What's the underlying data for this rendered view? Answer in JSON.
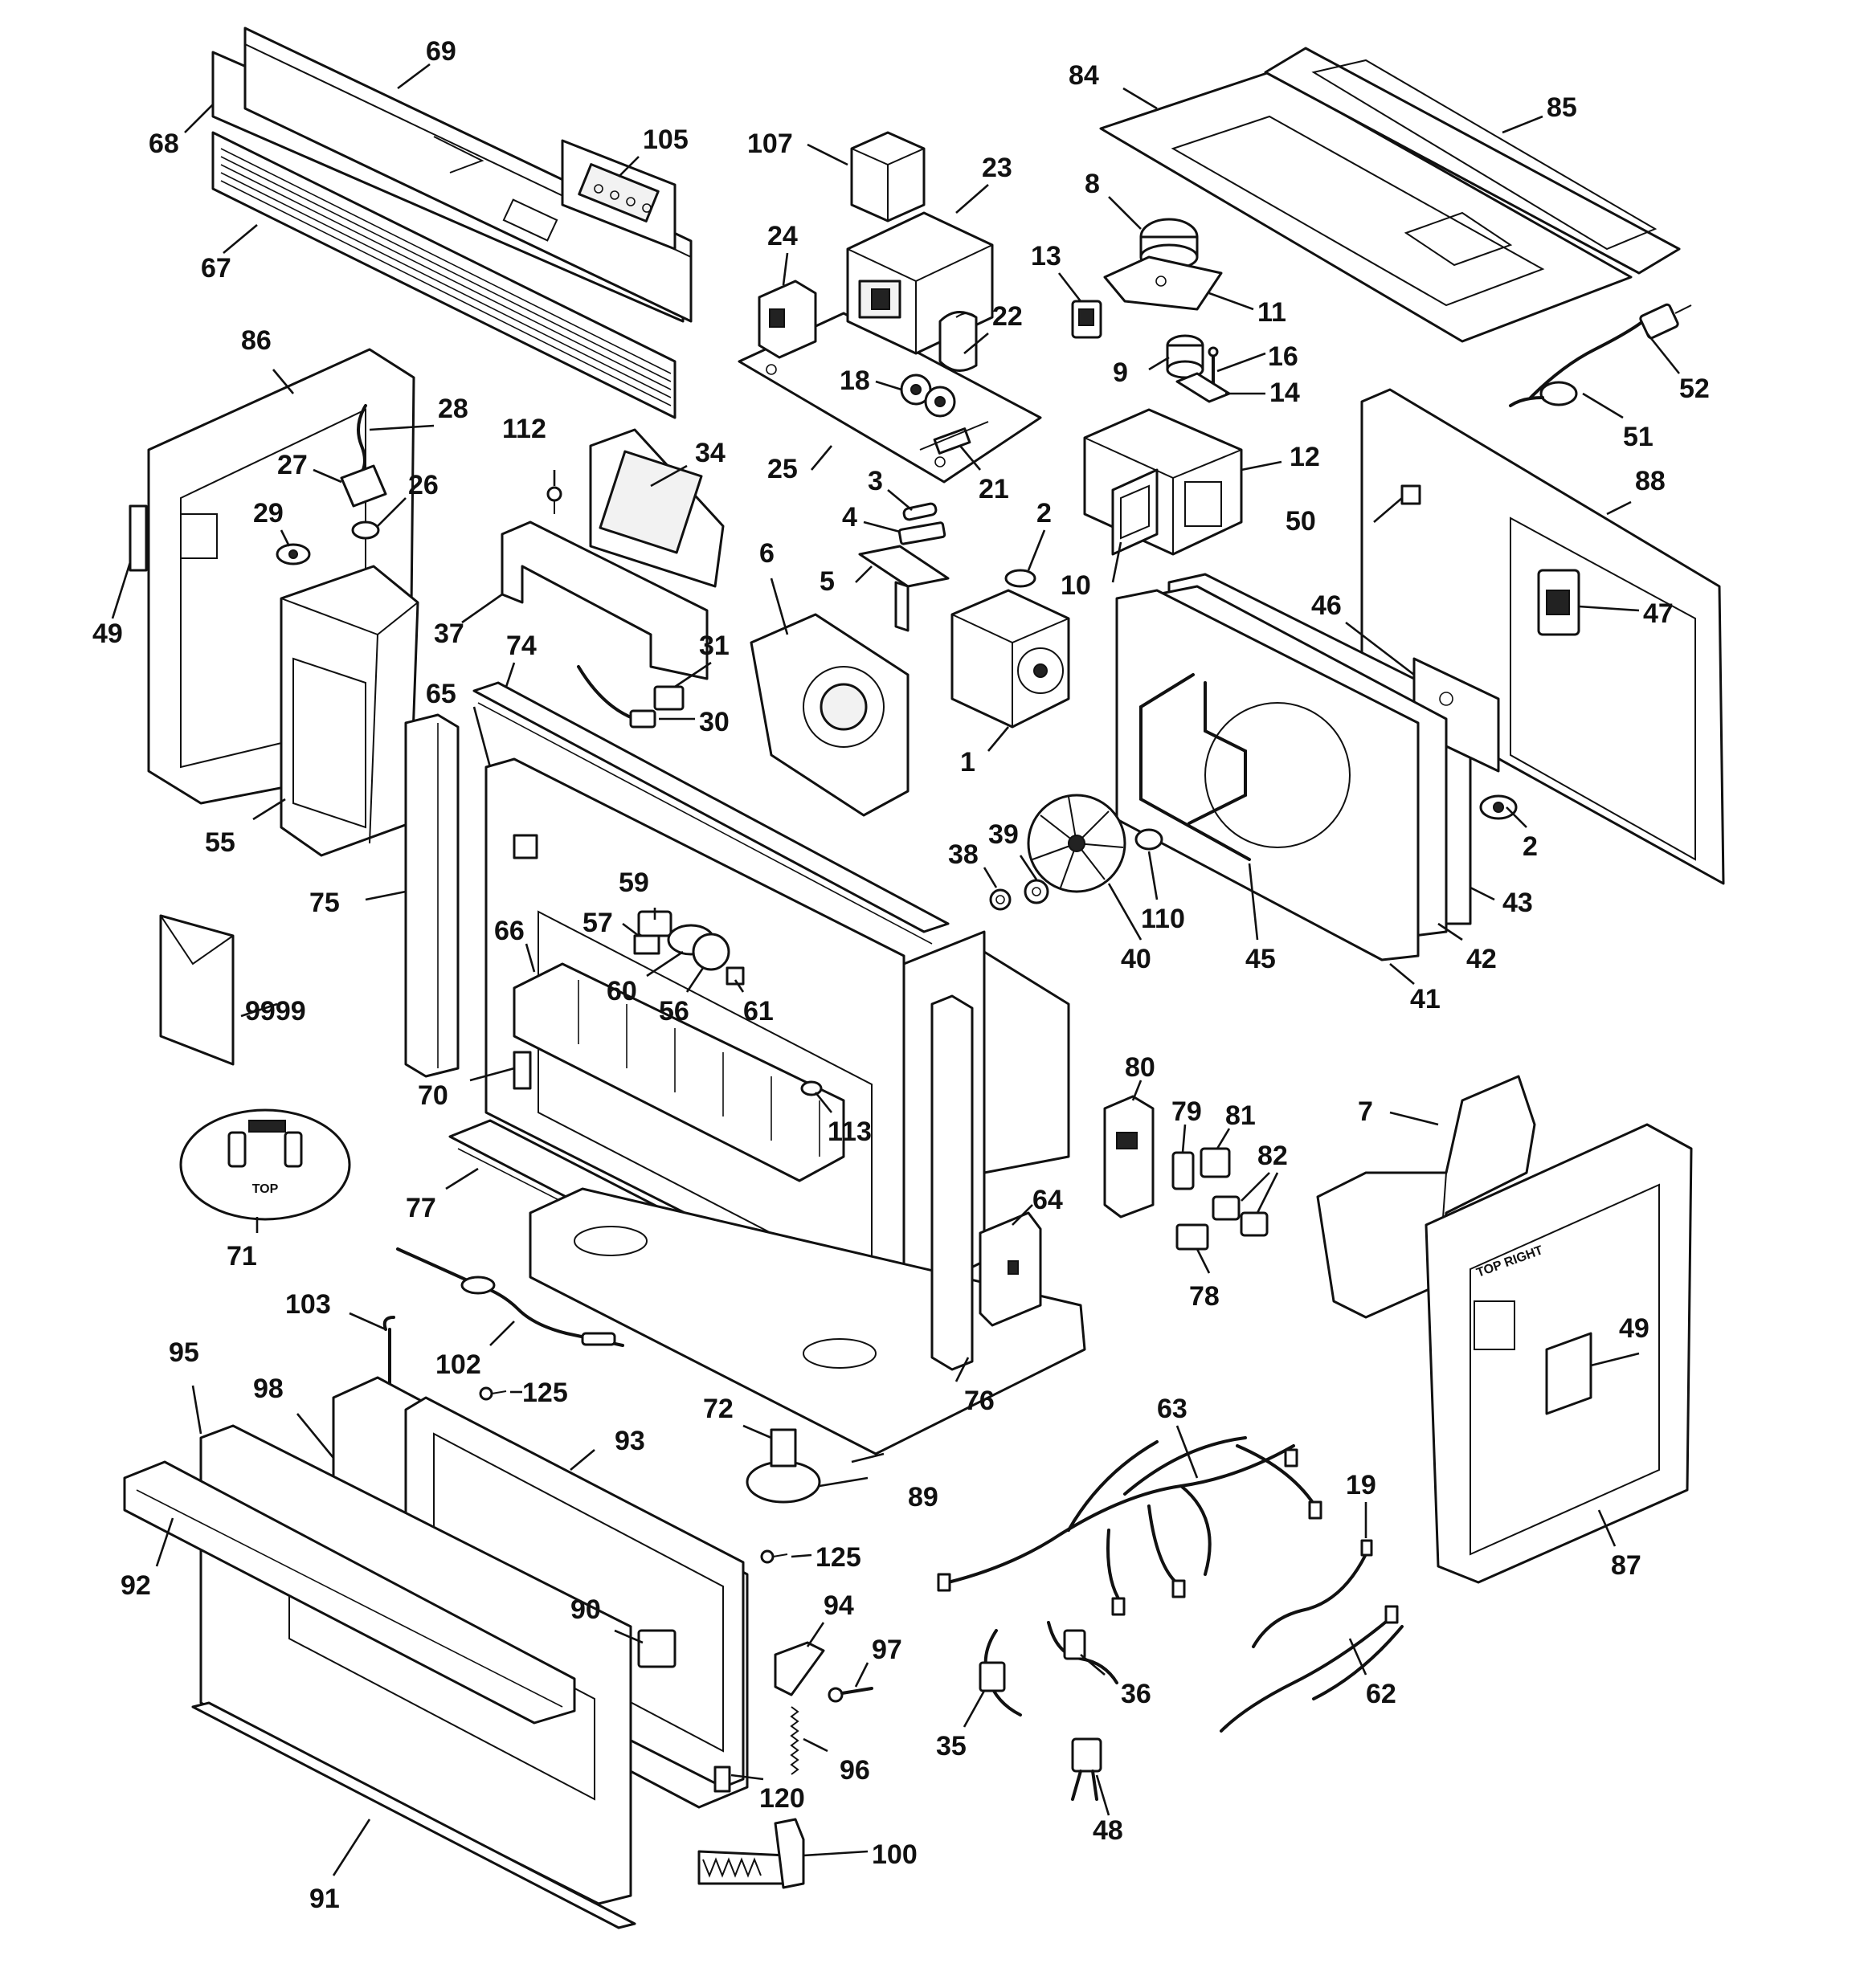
{
  "imprints": {
    "rack_top": "TOP",
    "panel_top_right": "TOP RIGHT"
  },
  "callouts": [
    {
      "id": "69",
      "label": "69"
    },
    {
      "id": "68",
      "label": "68"
    },
    {
      "id": "105",
      "label": "105"
    },
    {
      "id": "67",
      "label": "67"
    },
    {
      "id": "107",
      "label": "107"
    },
    {
      "id": "23",
      "label": "23"
    },
    {
      "id": "84",
      "label": "84"
    },
    {
      "id": "85",
      "label": "85"
    },
    {
      "id": "8",
      "label": "8"
    },
    {
      "id": "24",
      "label": "24"
    },
    {
      "id": "13",
      "label": "13"
    },
    {
      "id": "11",
      "label": "11"
    },
    {
      "id": "22",
      "label": "22"
    },
    {
      "id": "86",
      "label": "86"
    },
    {
      "id": "52",
      "label": "52"
    },
    {
      "id": "16",
      "label": "16"
    },
    {
      "id": "9",
      "label": "9"
    },
    {
      "id": "18",
      "label": "18"
    },
    {
      "id": "28",
      "label": "28"
    },
    {
      "id": "14",
      "label": "14"
    },
    {
      "id": "25",
      "label": "25"
    },
    {
      "id": "21",
      "label": "21"
    },
    {
      "id": "112",
      "label": "112"
    },
    {
      "id": "34",
      "label": "34"
    },
    {
      "id": "51",
      "label": "51"
    },
    {
      "id": "27",
      "label": "27"
    },
    {
      "id": "12",
      "label": "12"
    },
    {
      "id": "88",
      "label": "88"
    },
    {
      "id": "3",
      "label": "3"
    },
    {
      "id": "26",
      "label": "26"
    },
    {
      "id": "29",
      "label": "29"
    },
    {
      "id": "4",
      "label": "4"
    },
    {
      "id": "2a",
      "label": "2"
    },
    {
      "id": "50",
      "label": "50"
    },
    {
      "id": "6",
      "label": "6"
    },
    {
      "id": "10",
      "label": "10"
    },
    {
      "id": "5",
      "label": "5"
    },
    {
      "id": "49a",
      "label": "49"
    },
    {
      "id": "37",
      "label": "37"
    },
    {
      "id": "46",
      "label": "46"
    },
    {
      "id": "47",
      "label": "47"
    },
    {
      "id": "74",
      "label": "74"
    },
    {
      "id": "31",
      "label": "31"
    },
    {
      "id": "65",
      "label": "65"
    },
    {
      "id": "30",
      "label": "30"
    },
    {
      "id": "1",
      "label": "1"
    },
    {
      "id": "55",
      "label": "55"
    },
    {
      "id": "2b",
      "label": "2"
    },
    {
      "id": "39",
      "label": "39"
    },
    {
      "id": "38",
      "label": "38"
    },
    {
      "id": "59",
      "label": "59"
    },
    {
      "id": "75",
      "label": "75"
    },
    {
      "id": "43",
      "label": "43"
    },
    {
      "id": "110",
      "label": "110"
    },
    {
      "id": "57",
      "label": "57"
    },
    {
      "id": "66",
      "label": "66"
    },
    {
      "id": "40",
      "label": "40"
    },
    {
      "id": "45",
      "label": "45"
    },
    {
      "id": "42",
      "label": "42"
    },
    {
      "id": "60",
      "label": "60"
    },
    {
      "id": "9999",
      "label": "9999"
    },
    {
      "id": "41",
      "label": "41"
    },
    {
      "id": "56",
      "label": "56"
    },
    {
      "id": "61",
      "label": "61"
    },
    {
      "id": "80",
      "label": "80"
    },
    {
      "id": "70",
      "label": "70"
    },
    {
      "id": "113",
      "label": "113"
    },
    {
      "id": "79",
      "label": "79"
    },
    {
      "id": "81",
      "label": "81"
    },
    {
      "id": "7",
      "label": "7"
    },
    {
      "id": "82",
      "label": "82"
    },
    {
      "id": "64",
      "label": "64"
    },
    {
      "id": "77",
      "label": "77"
    },
    {
      "id": "71",
      "label": "71"
    },
    {
      "id": "78",
      "label": "78"
    },
    {
      "id": "103",
      "label": "103"
    },
    {
      "id": "49b",
      "label": "49"
    },
    {
      "id": "102",
      "label": "102"
    },
    {
      "id": "95",
      "label": "95"
    },
    {
      "id": "125a",
      "label": "125"
    },
    {
      "id": "76",
      "label": "76"
    },
    {
      "id": "98",
      "label": "98"
    },
    {
      "id": "72",
      "label": "72"
    },
    {
      "id": "63",
      "label": "63"
    },
    {
      "id": "93",
      "label": "93"
    },
    {
      "id": "89",
      "label": "89"
    },
    {
      "id": "19",
      "label": "19"
    },
    {
      "id": "125b",
      "label": "125"
    },
    {
      "id": "87",
      "label": "87"
    },
    {
      "id": "92",
      "label": "92"
    },
    {
      "id": "90",
      "label": "90"
    },
    {
      "id": "94",
      "label": "94"
    },
    {
      "id": "97",
      "label": "97"
    },
    {
      "id": "36",
      "label": "36"
    },
    {
      "id": "62",
      "label": "62"
    },
    {
      "id": "35",
      "label": "35"
    },
    {
      "id": "96",
      "label": "96"
    },
    {
      "id": "120",
      "label": "120"
    },
    {
      "id": "48",
      "label": "48"
    },
    {
      "id": "100",
      "label": "100"
    },
    {
      "id": "91",
      "label": "91"
    }
  ]
}
